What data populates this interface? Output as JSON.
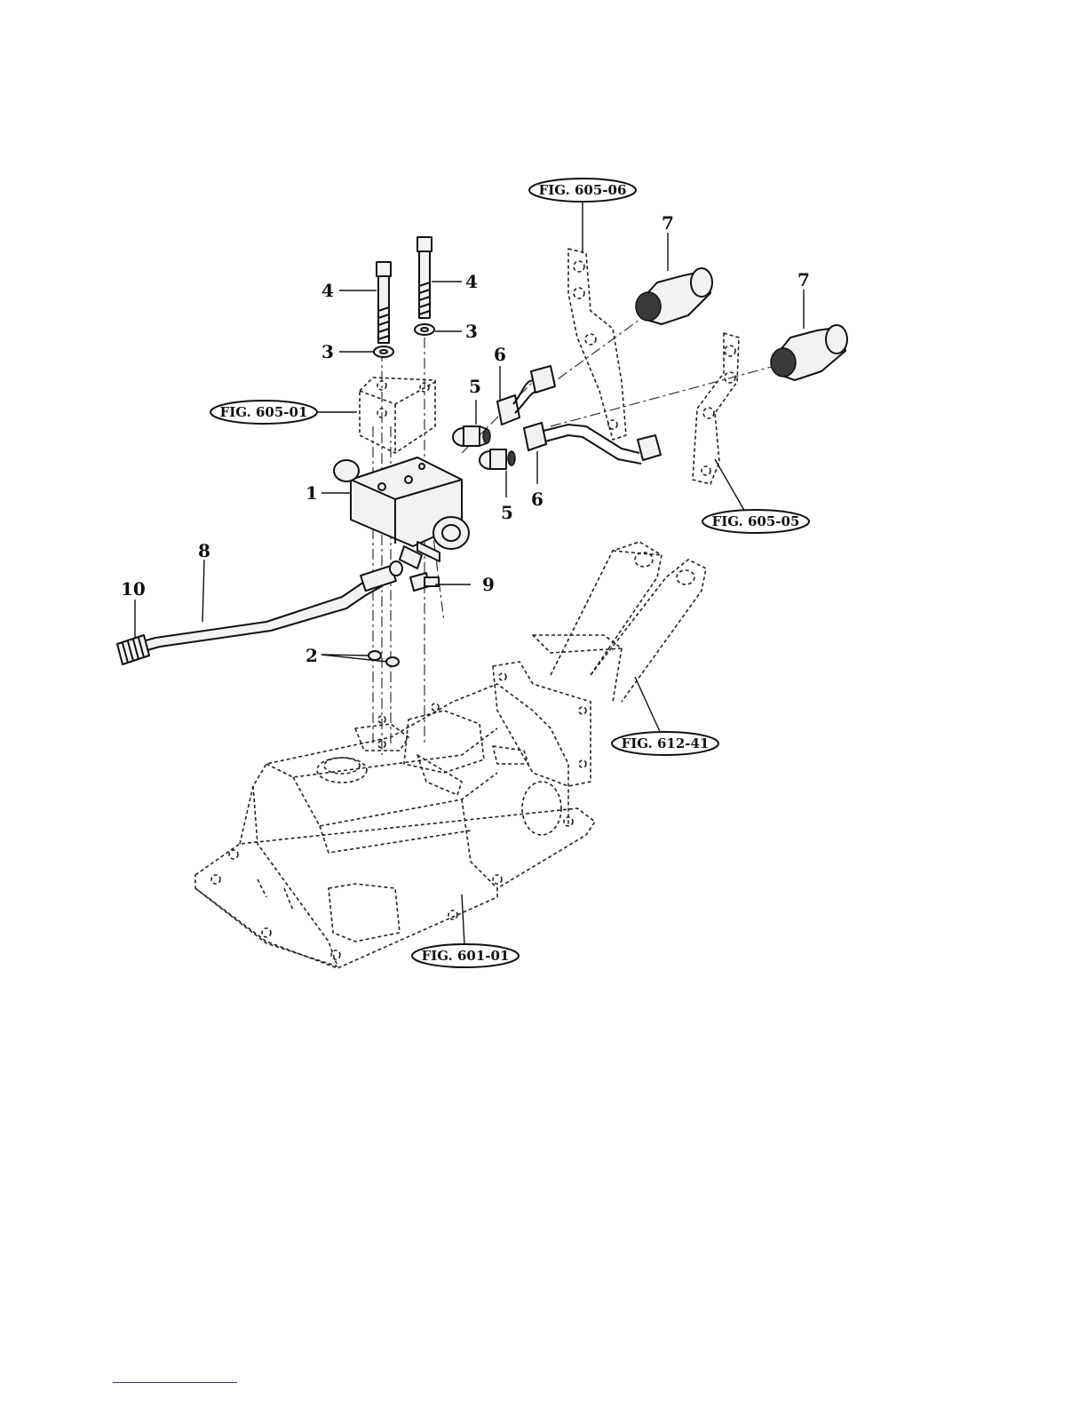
{
  "callouts": [
    {
      "id": "c1",
      "text": "1"
    },
    {
      "id": "c2",
      "text": "2"
    },
    {
      "id": "c3a",
      "text": "3"
    },
    {
      "id": "c3b",
      "text": "3"
    },
    {
      "id": "c4a",
      "text": "4"
    },
    {
      "id": "c4b",
      "text": "4"
    },
    {
      "id": "c5a",
      "text": "5"
    },
    {
      "id": "c5b",
      "text": "5"
    },
    {
      "id": "c6a",
      "text": "6"
    },
    {
      "id": "c6b",
      "text": "6"
    },
    {
      "id": "c7a",
      "text": "7"
    },
    {
      "id": "c7b",
      "text": "7"
    },
    {
      "id": "c8",
      "text": "8"
    },
    {
      "id": "c9",
      "text": "9"
    },
    {
      "id": "c10",
      "text": "10"
    }
  ],
  "figure_refs": {
    "fig_605_06": "FIG. 605-06",
    "fig_605_01": "FIG. 605-01",
    "fig_605_05": "FIG. 605-05",
    "fig_612_41": "FIG. 612-41",
    "fig_601_01": "FIG. 601-01"
  },
  "colors": {
    "ink": "#111111",
    "fill": "#f2f2f2",
    "footnote_rule": "#2b3a8a"
  }
}
